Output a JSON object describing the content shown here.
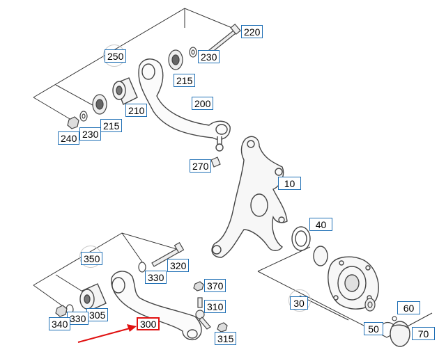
{
  "colors": {
    "line": "#333333",
    "part": "#555555",
    "label_border": "#1f6fb5",
    "highlight": "#e01010"
  },
  "highlighted_part": "300",
  "labels": {
    "p220": "220",
    "p250": "250",
    "p230a": "230",
    "p215a": "215",
    "p200": "200",
    "p210": "210",
    "p215b": "215",
    "p230b": "230",
    "p240": "240",
    "p270": "270",
    "p10": "10",
    "p40": "40",
    "p350": "350",
    "p320": "320",
    "p330a": "330",
    "p370": "370",
    "p310": "310",
    "p305": "305",
    "p330b": "330",
    "p340": "340",
    "p300": "300",
    "p315": "315",
    "p30": "30",
    "p60": "60",
    "p50": "50",
    "p70": "70"
  }
}
